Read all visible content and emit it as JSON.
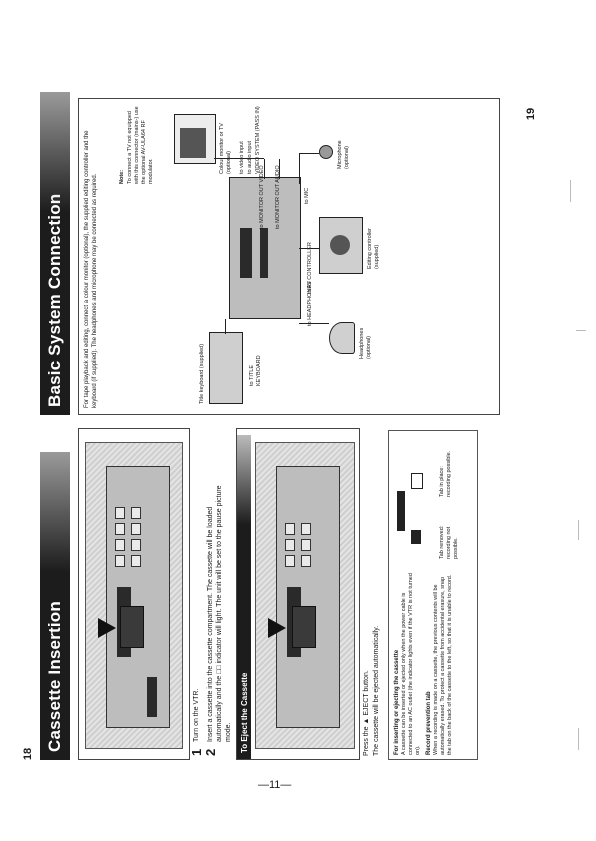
{
  "left_page": {
    "title": "Cassette Insertion",
    "steps": [
      {
        "num": "1",
        "text": "Turn on the VTR."
      },
      {
        "num": "2",
        "text": "Insert a cassette into the cassette compartment. The cassette will be loaded automatically and the □□ indicator will light. The unit will be set to the pause picture mode."
      }
    ],
    "eject_heading": "To Eject the Cassette",
    "eject_instruction": "Press the ▲ EJECT button.",
    "eject_note": "The cassette will be ejected automatically.",
    "note_intro": "For inserting or ejecting the cassette",
    "note_text": "A cassette can be inserted or ejected only when the power cable is connected to an AC outlet (the indicator lights even if the VTR is not turned on).",
    "erasure_heading": "Record prevention tab",
    "erasure_text": "When a recording is made on a cassette, the previous contents will be automatically erased. To protect a cassette from accidental erasure, snap the tab on the back of the cassette to the left, so that it is unable to record.",
    "tab_caption_1": "Tab removed: recording not possible.",
    "tab_caption_2": "Tab in place: recording possible."
  },
  "right_page": {
    "title": "Basic System Connection",
    "intro": "For tape playback and editing, connect a colour monitor (optional), the supplied editing controller and the keyboard (if supplied). The headphones and microphone may be connected as required.",
    "note_label": "Note:",
    "note_text": "To connect a TV not equipped with this connector (mains-) use the optional AV-ULA64 RF modulator.",
    "labels": {
      "monitor": "Colour monitor or TV (optional)",
      "to_video_input": "to video input",
      "to_audio_input": "to audio input",
      "to_monitor_out": "to MONITOR OUT VIDEO",
      "to_monitor_out_audio": "to MONITOR OUT AUDIO",
      "video_system": "VIDEO SYSTEM (PASS IN)",
      "to_mic": "to MIC",
      "keyboard": "Title keyboard (supplied)",
      "to_title_keyboard": "to TITLE KEYBOARD",
      "to_headphones": "to HEADPHONES",
      "headphones": "Headphones (optional)",
      "to_av_controller": "to AV CONTROLLER",
      "editing_controller": "Editing controller (supplied)",
      "microphone": "Microphone (optional)"
    }
  },
  "page_number_left": "18",
  "page_number_right": "19",
  "footer": "—11—"
}
